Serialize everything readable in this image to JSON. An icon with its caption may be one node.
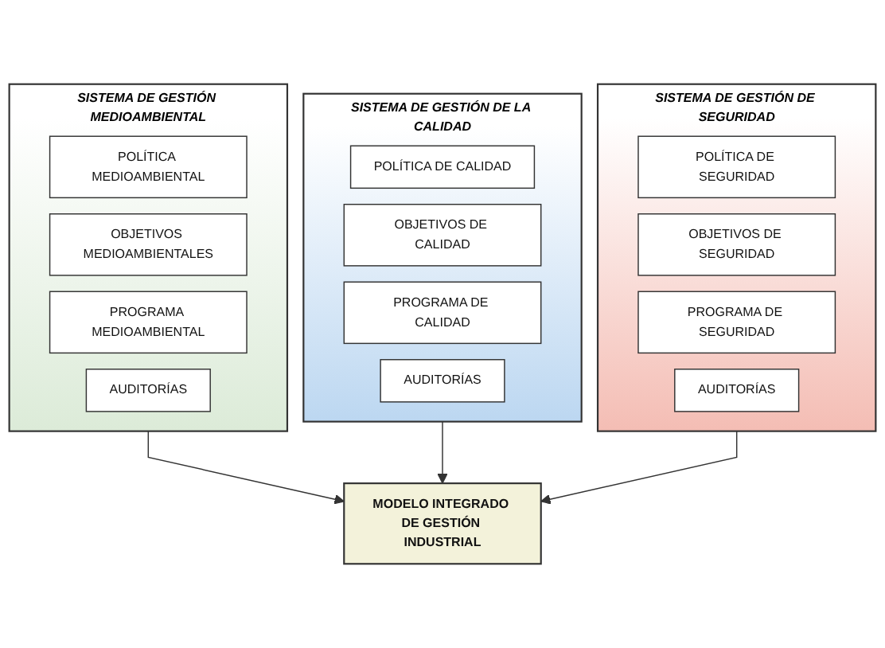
{
  "diagram": {
    "nodes": [
      {
        "text": [
          "SISTEMA DE GESTIÓN MEDIOAMBIENTAL"
        ]
      },
      {
        "text": [
          "POLÍTICA MEDIOAMBIENTAL"
        ],
        "in": 0
      },
      {
        "text": [
          "OBJETIVOS MEDIOAMBIENTALES"
        ],
        "in": 0
      },
      {
        "text": [
          "PROGRAMA MEDIOAMBIENTAL"
        ],
        "in": 0
      },
      {
        "text": [
          "AUDITORÍAS"
        ],
        "in": 0
      },
      {
        "text": [
          "SISTEMA DE GESTIÓN DE LA CALIDAD"
        ]
      },
      {
        "text": [
          "POLÍTICA DE CALIDAD"
        ],
        "in": 5
      },
      {
        "text": [
          "OBJETIVOS DE CALIDAD"
        ],
        "in": 5
      },
      {
        "text": [
          "PROGRAMA DE CALIDAD"
        ],
        "in": 5
      },
      {
        "text": [
          "AUDITORÍAS"
        ],
        "in": 5
      },
      {
        "text": [
          "SISTEMA DE GESTIÓN DE SEGURIDAD"
        ]
      },
      {
        "text": [
          "POLÍTICA DE SEGURIDAD"
        ],
        "in": 10
      },
      {
        "text": [
          "OBJETIVOS DE SEGURIDAD"
        ],
        "in": 10
      },
      {
        "text": [
          "PROGRAMA DE SEGURIDAD"
        ],
        "in": 10
      },
      {
        "text": [
          "AUDITORÍAS"
        ],
        "in": 10
      },
      {
        "text": [
          "MODELO INTEGRADO DE GESTIÓN INDUSTRIAL"
        ]
      }
    ],
    "edges": [
      {
        "from": 0,
        "to": 15,
        "arrow": "to"
      },
      {
        "from": 5,
        "to": 15,
        "arrow": "to"
      },
      {
        "from": 10,
        "to": 15,
        "arrow": "to"
      }
    ]
  }
}
